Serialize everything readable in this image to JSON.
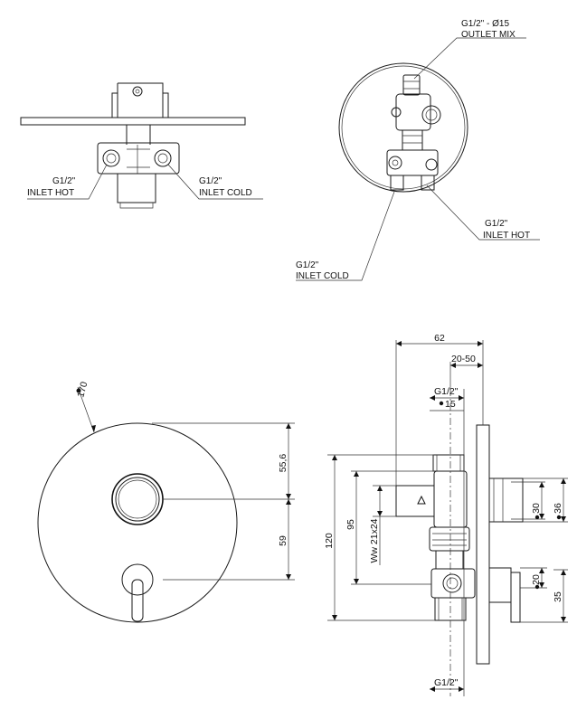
{
  "views": {
    "top": {
      "inlet_hot": {
        "line1": "G1/2\"",
        "line2": "INLET HOT"
      },
      "inlet_cold": {
        "line1": "G1/2\"",
        "line2": "INLET COLD"
      }
    },
    "back": {
      "outlet": {
        "line1": "G1/2\" - Ø15",
        "line2": "OUTLET MIX"
      },
      "inlet_hot": {
        "line1": "G1/2\"",
        "line2": "INLET HOT"
      },
      "inlet_cold": {
        "line1": "G1/2\"",
        "line2": "INLET COLD"
      }
    },
    "front": {
      "diameter": "170",
      "dim_upper": "55,6",
      "dim_lower": "59"
    },
    "side": {
      "dim_depth": "62",
      "dim_adjust": "20-50",
      "dim_thread_top": "G1/2\"",
      "dim_dia15": "15",
      "dim_95": "95",
      "dim_120": "120",
      "dim_ww": "Ww 21x24",
      "dim_30": "30",
      "dim_36": "36",
      "dim_20": "20",
      "dim_35": "35",
      "dim_thread_bottom": "G1/2\""
    }
  }
}
